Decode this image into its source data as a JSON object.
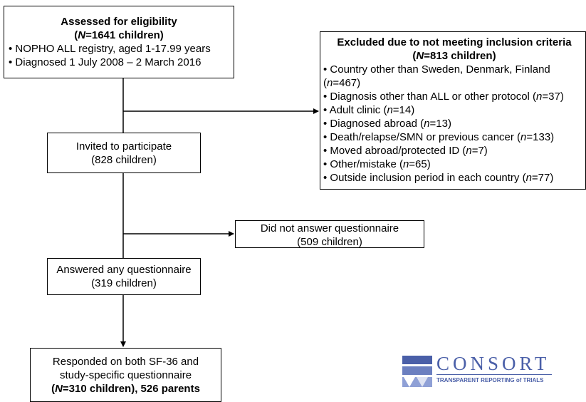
{
  "assessed": {
    "title": "Assessed for eligibility",
    "count_open": "(",
    "count_n": "N",
    "count_rest": "=1641 children)",
    "bullet1": "• NOPHO ALL registry, aged 1-17.99 years",
    "bullet2": "• Diagnosed 1 July 2008 – 2 March 2016"
  },
  "excluded": {
    "title": "Excluded due to not meeting inclusion criteria",
    "count_open": "(",
    "count_n": "N",
    "count_rest": "=813 children)",
    "items": [
      {
        "pre": "• Country other than Sweden, Denmark, Finland",
        "n": "",
        "post": ""
      },
      {
        "pre": "(",
        "n": "n",
        "post": "=467)"
      },
      {
        "pre": "• Diagnosis other than ALL or other protocol (",
        "n": "n",
        "post": "=37)"
      },
      {
        "pre": "• Adult clinic (",
        "n": "n",
        "post": "=14)"
      },
      {
        "pre": "• Diagnosed abroad (",
        "n": "n",
        "post": "=13)"
      },
      {
        "pre": "• Death/relapse/SMN or previous cancer (",
        "n": "n",
        "post": "=133)"
      },
      {
        "pre": "• Moved abroad/protected ID (",
        "n": "n",
        "post": "=7)"
      },
      {
        "pre": "• Other/mistake (",
        "n": "n",
        "post": "=65)"
      },
      {
        "pre": "• Outside inclusion period in each country (",
        "n": "n",
        "post": "=77)"
      }
    ]
  },
  "invited": {
    "line1": "Invited to participate",
    "line2": "(828 children)"
  },
  "not_answered": {
    "line1": "Did not answer questionnaire",
    "line2": "(509 children)"
  },
  "answered": {
    "line1": "Answered any questionnaire",
    "line2": "(319 children)"
  },
  "responded": {
    "line1": "Responded on both SF-36 and",
    "line2": "study-specific questionnaire",
    "line3_open": "(",
    "line3_n": "N",
    "line3_rest": "=310 children), 526 parents"
  },
  "logo": {
    "name": "CONSORT",
    "tagline": "TRANSPARENT REPORTING of TRIALS",
    "color": "#4a5fa8"
  }
}
